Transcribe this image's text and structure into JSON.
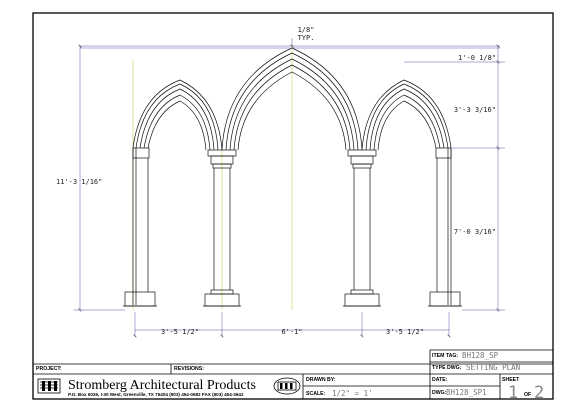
{
  "drawing": {
    "dimensions": {
      "typ_top": "1/8\"",
      "typ_label": "TYP.",
      "top_right": "1'-0 1/8\"",
      "arch_height": "3'-3 3/16\"",
      "column_height": "7'-0 3/16\"",
      "overall_height": "11'-3 1/16\"",
      "bottom_left": "3'-5 1/2\"",
      "bottom_center": "6'-1\"",
      "bottom_right": "3'-5 1/2\""
    }
  },
  "title_block": {
    "project_label": "PROJECT:",
    "revisions_label": "REVISIONS:",
    "company_name": "Stromberg Architectural Products",
    "company_address": "P.O. Box 6036, I-30 West, Greenville, TX 75404  (903) 454-0682  FAX (903) 454-3642",
    "drawn_by_label": "DRAWN BY:",
    "scale_label": "SCALE:",
    "scale_value": "1/2\" = 1'",
    "item_tag_label": "ITEM TAG:",
    "item_tag_value": "BH128_SP",
    "type_dwg_label": "TYPE DWG:",
    "type_dwg_value": "SETTING PLAN",
    "date_label": "DATE:",
    "dwg_label": "DWG:",
    "dwg_value": "BH128_SP1",
    "sheet_label": "SHEET",
    "sheet_number": "1",
    "of_label": "OF",
    "sheet_total": "2"
  },
  "colors": {
    "line": "#111111",
    "dim_line": "#5555aa",
    "center_line": "#cccc55",
    "dim_text": "#222222"
  }
}
